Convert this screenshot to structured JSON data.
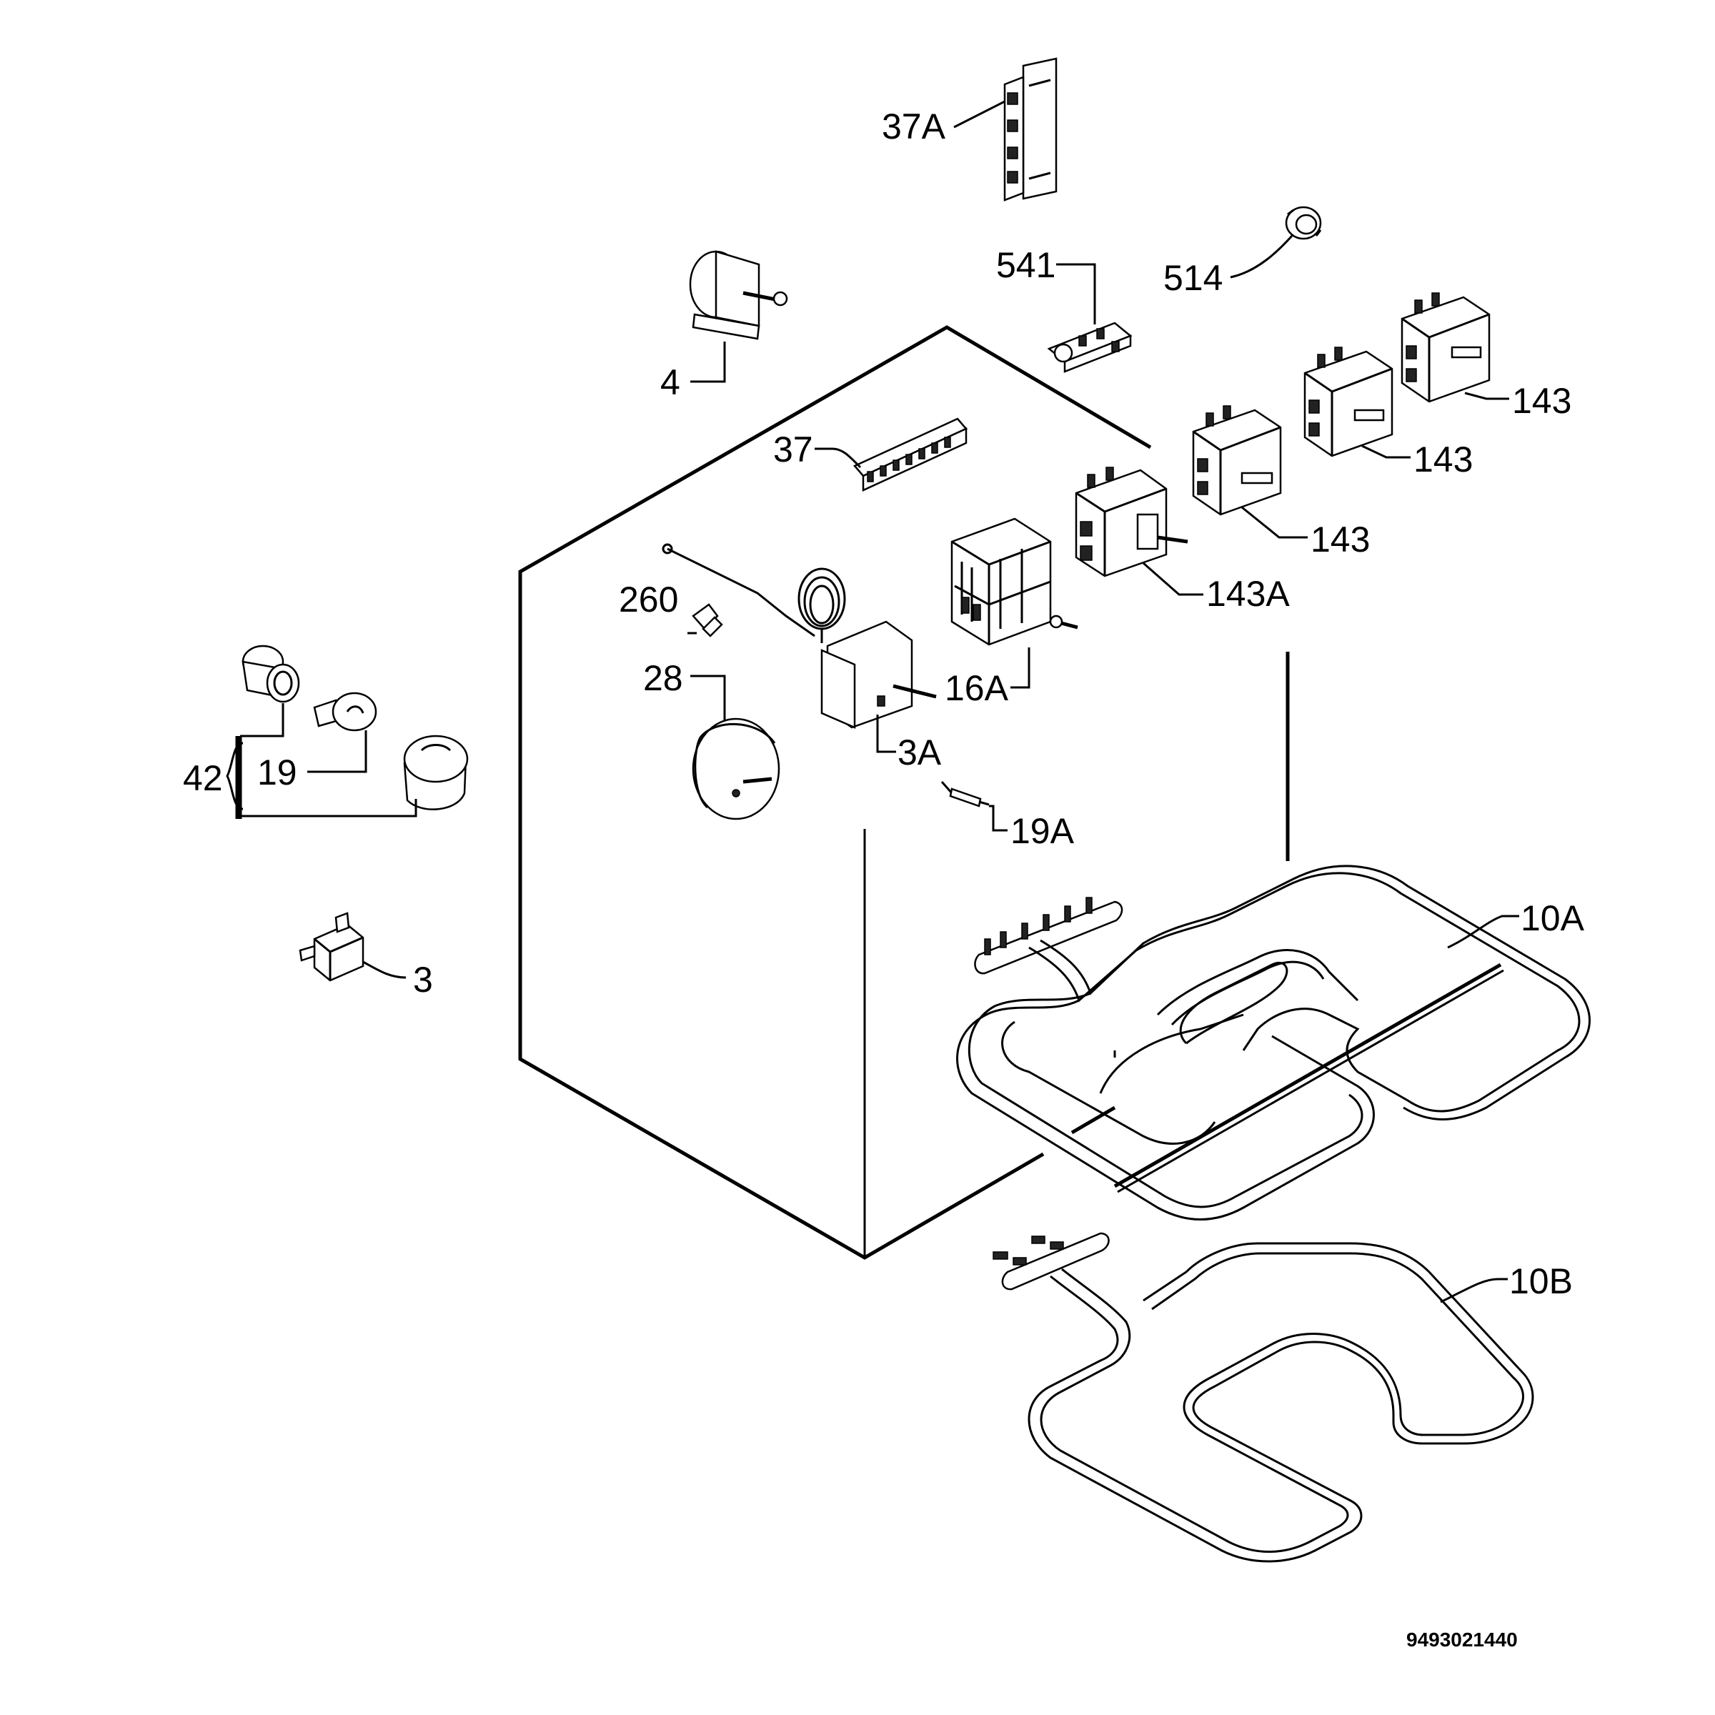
{
  "labels": {
    "l37a": "37A",
    "l541": "541",
    "l514": "514",
    "l4": "4",
    "l143_1": "143",
    "l143_2": "143",
    "l143_3": "143",
    "l37": "37",
    "l143a": "143A",
    "l260": "260",
    "l28": "28",
    "l16a": "16A",
    "l3a": "3A",
    "l42": "42",
    "l19": "19",
    "l19a": "19A",
    "l10a": "10A",
    "l3": "3",
    "l10b": "10B"
  },
  "document_number": "9493021440"
}
